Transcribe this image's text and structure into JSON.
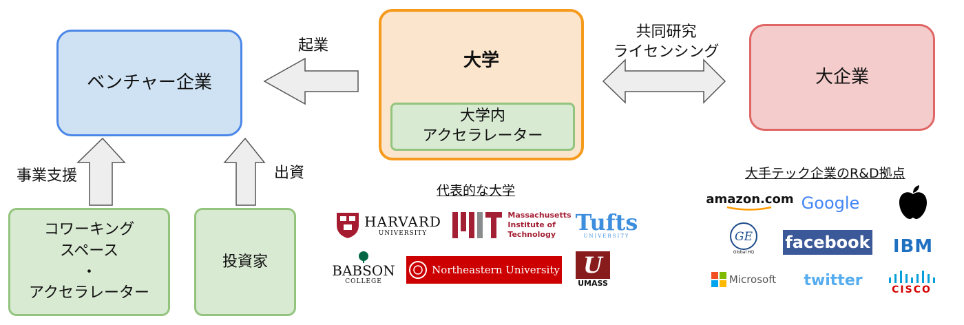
{
  "nodes": {
    "venture": "ベンチャー企業",
    "university": "大学",
    "accelerator_line1": "大学内",
    "accelerator_line2": "アクセラレーター",
    "big_company": "大企業",
    "coworking_line1": "コワーキング",
    "coworking_line2": "スペース",
    "coworking_line3": "・",
    "coworking_line4": "アクセラレーター",
    "investor": "投資家"
  },
  "edges": {
    "startup": "起業",
    "joint_line1": "共同研究",
    "joint_line2": "ライセンシング",
    "business_support": "事業支援",
    "investment": "出資"
  },
  "universities": {
    "heading": "代表的な大学",
    "harvard_name": "HARVARD",
    "harvard_sub": "UNIVERSITY",
    "mit_line1": "Massachusetts",
    "mit_line2": "Institute of",
    "mit_line3": "Technology",
    "tufts_name": "Tufts",
    "tufts_sub": "UNIVERSITY",
    "babson_name": "BABSON",
    "babson_sub": "COLLEGE",
    "northeastern": "Northeastern University",
    "umass": "UMASS"
  },
  "tech": {
    "heading": "大手テック企業のR&D拠点",
    "amazon": "amazon.com",
    "google": "Google",
    "ge_sub": "Global HQ",
    "facebook": "facebook",
    "ibm": "IBM",
    "microsoft": "Microsoft",
    "twitter": "twitter",
    "cisco": "CISCO"
  },
  "colors": {
    "venture_border": "#4a86e8",
    "university_border": "#f59a1c",
    "big_company_border": "#e06666",
    "green_border": "#93c47d"
  }
}
